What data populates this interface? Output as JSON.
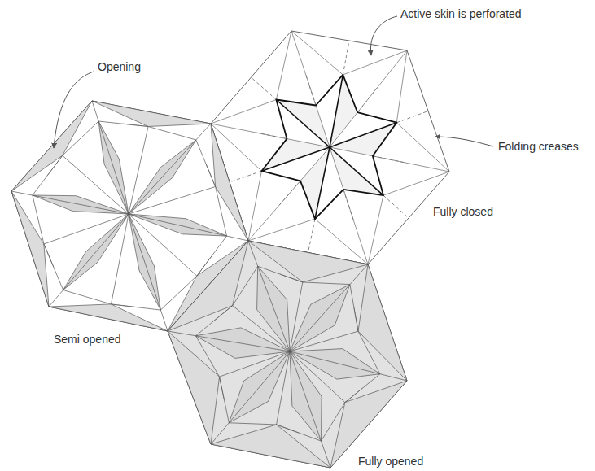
{
  "diagram": {
    "labels": [
      "Active skin is perforated",
      "Opening",
      "Folding creases",
      "Fully closed",
      "Semi opened",
      "Fully opened"
    ]
  }
}
